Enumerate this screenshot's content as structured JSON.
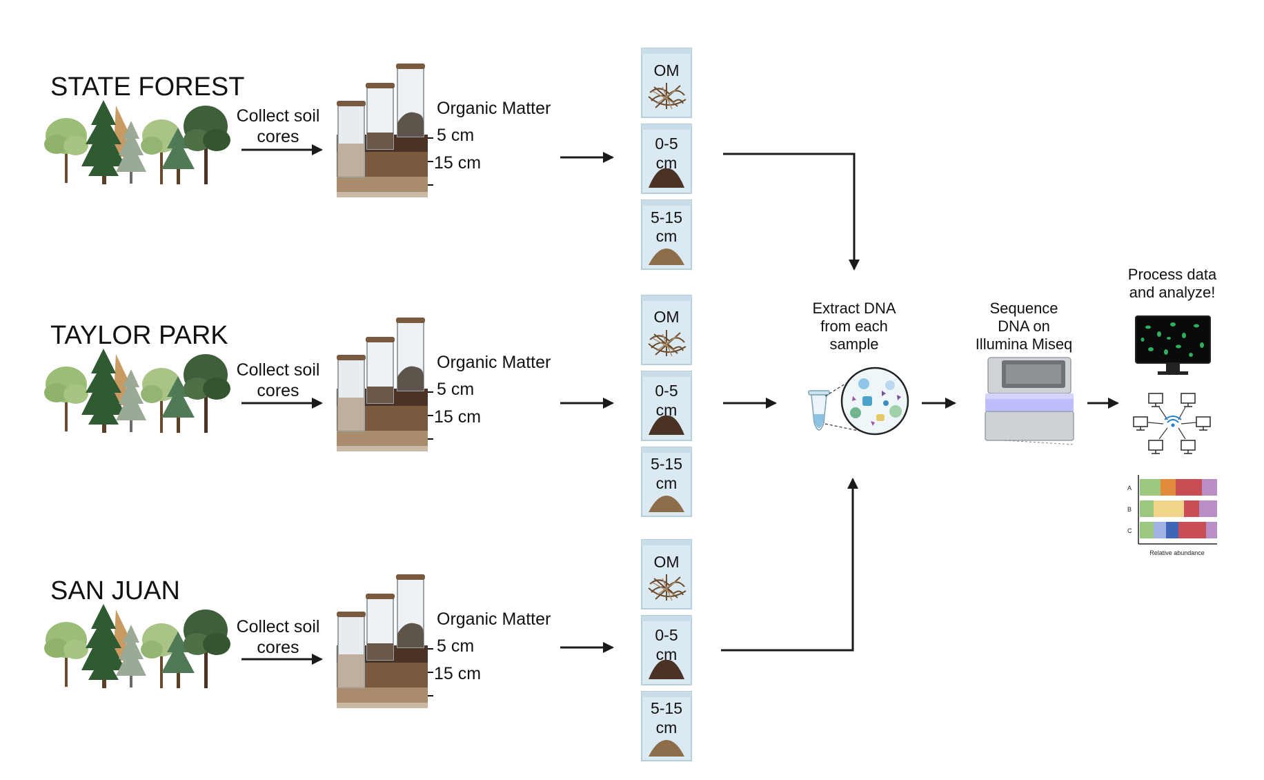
{
  "sites": [
    {
      "name": "STATE FOREST",
      "collect_label": [
        "Collect soil",
        "cores"
      ],
      "depths": [
        "Organic Matter",
        "5 cm",
        "15 cm"
      ],
      "bags": [
        [
          "OM"
        ],
        [
          "0-5",
          "cm"
        ],
        [
          "5-15",
          "cm"
        ]
      ]
    },
    {
      "name": "TAYLOR PARK",
      "collect_label": [
        "Collect soil",
        "cores"
      ],
      "depths": [
        "Organic Matter",
        "5 cm",
        "15 cm"
      ],
      "bags": [
        [
          "OM"
        ],
        [
          "0-5",
          "cm"
        ],
        [
          "5-15",
          "cm"
        ]
      ]
    },
    {
      "name": "SAN JUAN",
      "collect_label": [
        "Collect soil",
        "cores"
      ],
      "depths": [
        "Organic Matter",
        "5 cm",
        "15 cm"
      ],
      "bags": [
        [
          "OM"
        ],
        [
          "0-5",
          "cm"
        ],
        [
          "5-15",
          "cm"
        ]
      ]
    }
  ],
  "steps": {
    "extract": [
      "Extract DNA",
      "from each",
      "sample"
    ],
    "sequence": [
      "Sequence",
      "DNA on",
      "Illumina Miseq"
    ],
    "process": [
      "Process data",
      "and analyze!"
    ]
  },
  "abundance_chart": {
    "rows": [
      "A",
      "B",
      "C"
    ],
    "xlabel": "Relative abundance"
  },
  "colors": {
    "arrow": "#1a1a1a",
    "forest_light": "#8fb36a",
    "forest_dark": "#3f6b3a",
    "soil_dark": "#4a3325",
    "soil_mid": "#7a5a3e",
    "soil_light": "#a88c6c",
    "bag": "#dbeaf2",
    "sequencer_light": "#b7b7ff"
  },
  "icons": [
    "tree-cluster-icon",
    "soil-core-icon",
    "sample-bag-icon",
    "microcentrifuge-tube-icon",
    "dna-magnifier-icon",
    "sequencer-icon",
    "monitor-icon",
    "network-icon",
    "bar-chart-icon"
  ]
}
